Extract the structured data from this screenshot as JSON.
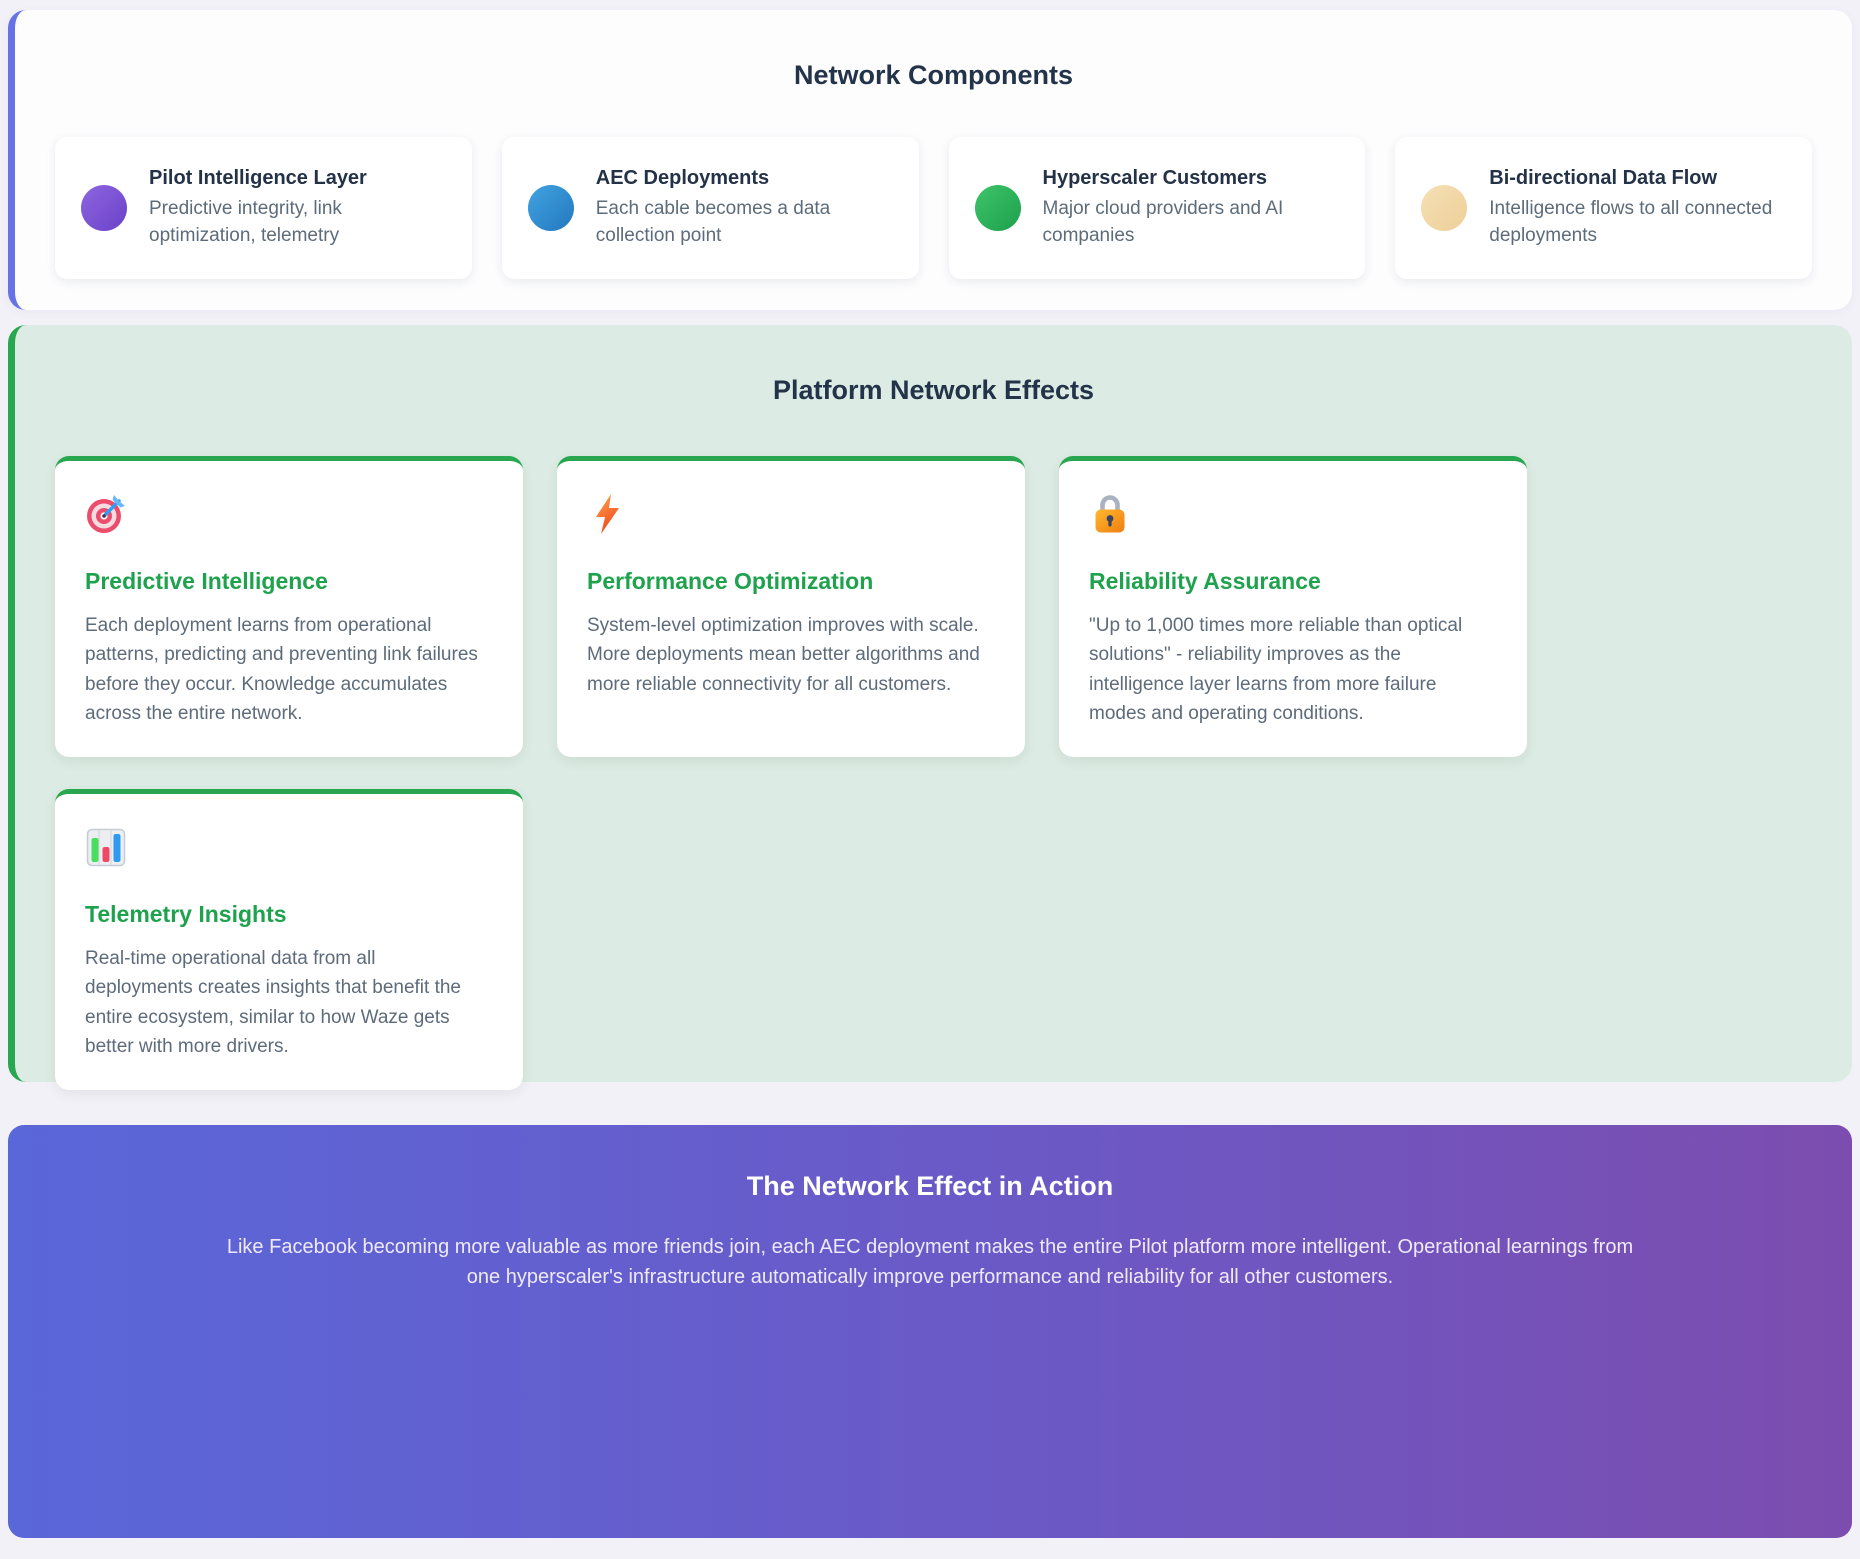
{
  "network_components": {
    "title": "Network Components",
    "accent_color": "#6672e6",
    "items": [
      {
        "name": "Pilot Intelligence Layer",
        "description": "Predictive integrity, link optimization, telemetry",
        "dot_color": "#7a52d2"
      },
      {
        "name": "AEC Deployments",
        "description": "Each cable becomes a data collection point",
        "dot_color": "#2f8fd0"
      },
      {
        "name": "Hyperscaler Customers",
        "description": "Major cloud providers and AI companies",
        "dot_color": "#27b558"
      },
      {
        "name": "Bi-directional Data Flow",
        "description": "Intelligence flows to all connected deployments",
        "dot_color": "#f2d8a7"
      }
    ]
  },
  "network_effects": {
    "title": "Platform Network Effects",
    "accent_color": "#28a750",
    "title_color": "#1ea24d",
    "cards": [
      {
        "icon": "target-icon",
        "title": "Predictive Intelligence",
        "description": "Each deployment learns from operational patterns, predicting and preventing link failures before they occur. Knowledge accumulates across the entire network."
      },
      {
        "icon": "lightning-icon",
        "title": "Performance Optimization",
        "description": "System-level optimization improves with scale. More deployments mean better algorithms and more reliable connectivity for all customers."
      },
      {
        "icon": "lock-icon",
        "title": "Reliability Assurance",
        "description": "\"Up to 1,000 times more reliable than optical solutions\" - reliability improves as the intelligence layer learns from more failure modes and operating conditions."
      },
      {
        "icon": "bar-chart-icon",
        "title": "Telemetry Insights",
        "description": "Real-time operational data from all deployments creates insights that benefit the entire ecosystem, similar to how Waze gets better with more drivers."
      }
    ]
  },
  "banner": {
    "title": "The Network Effect in Action",
    "body": "Like Facebook becoming more valuable as more friends join, each AEC deployment makes the entire Pilot platform more intelligent. Operational learnings from one hyperscaler's infrastructure automatically improve performance and reliability for all other customers.",
    "gradient_start": "#5a67d9",
    "gradient_end": "#7c4daf"
  }
}
